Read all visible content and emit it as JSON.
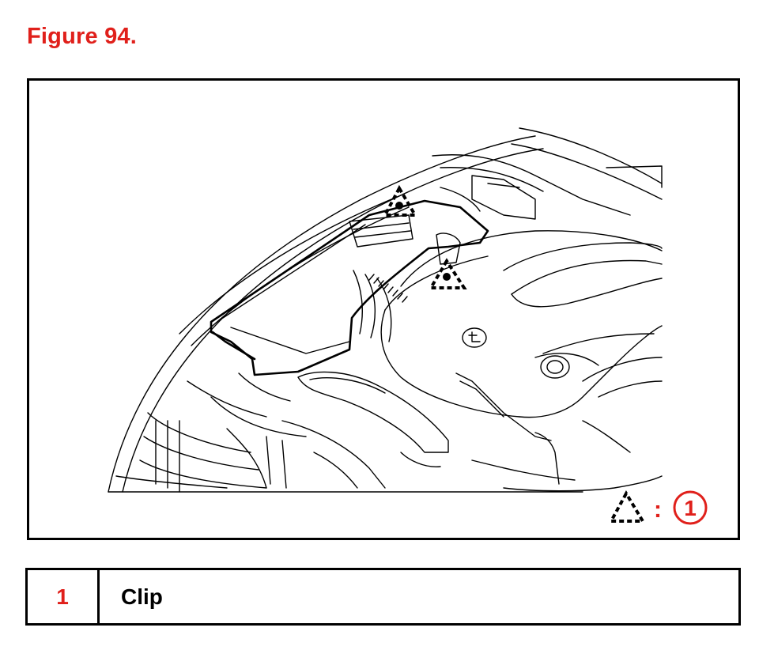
{
  "figure": {
    "title": "Figure 94."
  },
  "diagram": {
    "callout_marker_icon": "dashed-triangle-icon",
    "key": {
      "separator": ":",
      "number": "1"
    }
  },
  "legend": {
    "rows": [
      {
        "number": "1",
        "label": "Clip"
      }
    ]
  },
  "colors": {
    "accent_red": "#e0201b",
    "line": "#000000"
  }
}
